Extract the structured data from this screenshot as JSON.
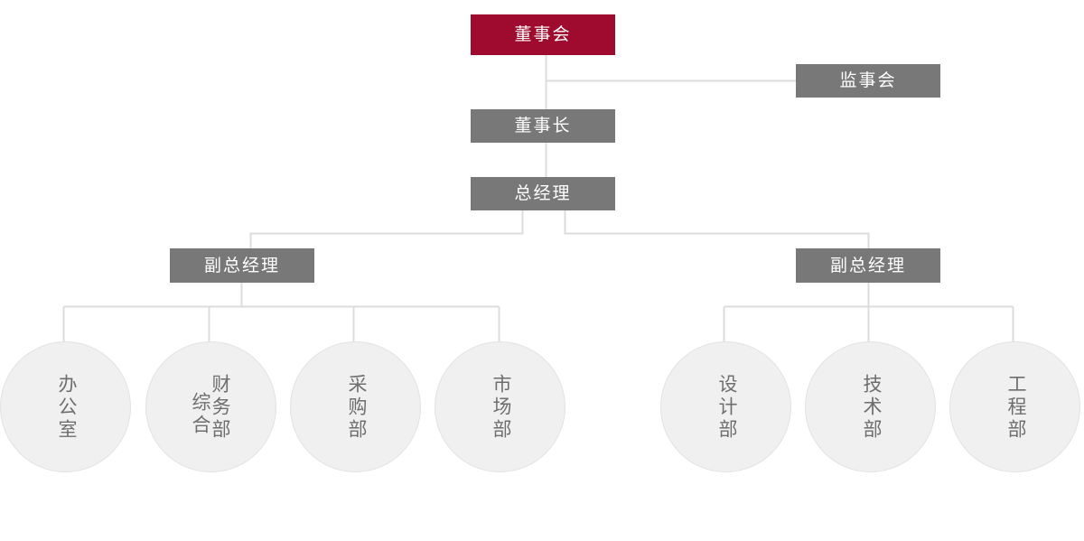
{
  "chart_data": {
    "type": "diagram",
    "title": "组织架构图",
    "orientation": "top-down",
    "nodes": [
      {
        "id": "board",
        "label": "董事会",
        "shape": "rect",
        "level": 0,
        "color": "#9E0B2E",
        "text_color": "#FFFFFF"
      },
      {
        "id": "supervisors",
        "label": "监事会",
        "shape": "rect",
        "level": 1,
        "color": "#787878",
        "text_color": "#FFFFFF"
      },
      {
        "id": "chairman",
        "label": "董事长",
        "shape": "rect",
        "level": 1,
        "color": "#787878",
        "text_color": "#FFFFFF"
      },
      {
        "id": "gm",
        "label": "总经理",
        "shape": "rect",
        "level": 2,
        "color": "#787878",
        "text_color": "#FFFFFF"
      },
      {
        "id": "dgm-left",
        "label": "副总经理",
        "shape": "rect",
        "level": 3,
        "color": "#787878",
        "text_color": "#FFFFFF"
      },
      {
        "id": "dgm-right",
        "label": "副总经理",
        "shape": "rect",
        "level": 3,
        "color": "#787878",
        "text_color": "#FFFFFF"
      },
      {
        "id": "office",
        "label": "办公室",
        "shape": "circle",
        "level": 4,
        "color": "#F0F0F0",
        "text_color": "#6E6E6E"
      },
      {
        "id": "finance",
        "label": "财务部",
        "shape": "circle",
        "level": 4,
        "color": "#F0F0F0",
        "text_color": "#6E6E6E",
        "overlap_label": "综合"
      },
      {
        "id": "purchasing",
        "label": "采购部",
        "shape": "circle",
        "level": 4,
        "color": "#F0F0F0",
        "text_color": "#6E6E6E"
      },
      {
        "id": "marketing",
        "label": "市场部",
        "shape": "circle",
        "level": 4,
        "color": "#F0F0F0",
        "text_color": "#6E6E6E"
      },
      {
        "id": "design",
        "label": "设计部",
        "shape": "circle",
        "level": 4,
        "color": "#F0F0F0",
        "text_color": "#6E6E6E"
      },
      {
        "id": "technology",
        "label": "技术部",
        "shape": "circle",
        "level": 4,
        "color": "#F0F0F0",
        "text_color": "#6E6E6E"
      },
      {
        "id": "engineering",
        "label": "工程部",
        "shape": "circle",
        "level": 4,
        "color": "#F0F0F0",
        "text_color": "#6E6E6E"
      }
    ],
    "edges": [
      {
        "from": "board",
        "to": "supervisors"
      },
      {
        "from": "board",
        "to": "chairman"
      },
      {
        "from": "chairman",
        "to": "gm"
      },
      {
        "from": "gm",
        "to": "dgm-left"
      },
      {
        "from": "gm",
        "to": "dgm-right"
      },
      {
        "from": "dgm-left",
        "to": "office"
      },
      {
        "from": "dgm-left",
        "to": "finance"
      },
      {
        "from": "dgm-left",
        "to": "purchasing"
      },
      {
        "from": "dgm-left",
        "to": "marketing"
      },
      {
        "from": "dgm-right",
        "to": "design"
      },
      {
        "from": "dgm-right",
        "to": "technology"
      },
      {
        "from": "dgm-right",
        "to": "engineering"
      }
    ],
    "connector_color": "#DCDCDC",
    "background": "#FFFFFF"
  },
  "boxes": {
    "board": "董事会",
    "supervisors": "监事会",
    "chairman": "董事长",
    "gm": "总经理",
    "dgm_left": "副总经理",
    "dgm_right": "副总经理"
  },
  "circles": {
    "office": "办公室",
    "finance": "财务部",
    "finance_overlap": "综合",
    "purchasing": "采购部",
    "marketing": "市场部",
    "design": "设计部",
    "technology": "技术部",
    "engineering": "工程部"
  }
}
